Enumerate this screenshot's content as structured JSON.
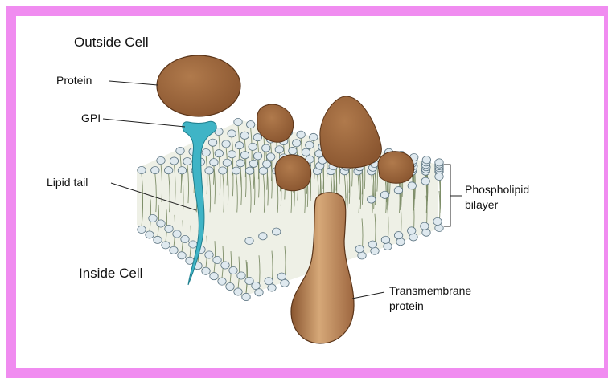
{
  "diagram": {
    "colors": {
      "frame": "#f08cf0",
      "protein": "#9e6740",
      "protein_light": "#c89a6a",
      "gpi": "#3fb4c6",
      "head": "#dfe9ef",
      "head_outline": "#5b7380",
      "tail": "#7a8a6a"
    },
    "labels": {
      "outside_cell": "Outside Cell",
      "protein": "Protein",
      "gpi": "GPI",
      "lipid_tail": "Lipid tail",
      "inside_cell": "Inside Cell",
      "phospholipid_line1": "Phospholipid",
      "phospholipid_line2": "bilayer",
      "transmembrane_line1": "Transmembrane",
      "transmembrane_line2": "protein"
    }
  }
}
